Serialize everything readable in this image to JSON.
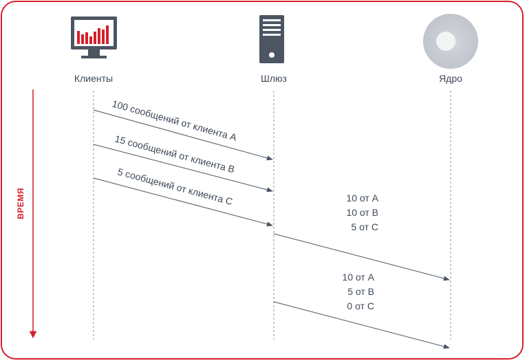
{
  "participants": [
    {
      "id": "clients",
      "label": "Клиенты",
      "icon": "monitor-bar-chart-icon"
    },
    {
      "id": "gateway",
      "label": "Шлюз",
      "icon": "server-tower-icon"
    },
    {
      "id": "core",
      "label": "Ядро",
      "icon": "disc-icon"
    }
  ],
  "time_axis": {
    "label": "ВРЕМЯ"
  },
  "messages": [
    {
      "text": "100 сообщений от клиента A",
      "from": "clients",
      "to": "gateway"
    },
    {
      "text": "15 сообщений от клиента B",
      "from": "clients",
      "to": "gateway"
    },
    {
      "text": "5 сообщений от клиента C",
      "from": "clients",
      "to": "gateway"
    }
  ],
  "batches": [
    {
      "lines": [
        "10 от A",
        "10 от B",
        "5 от C"
      ],
      "from": "gateway",
      "to": "core"
    },
    {
      "lines": [
        "10 от A",
        "5 от B",
        "0 от C"
      ],
      "from": "gateway",
      "to": "core"
    }
  ],
  "colors": {
    "accent": "#d51f2a",
    "text": "#3d4856",
    "line": "#4a5563",
    "icon": "#4c5662"
  }
}
